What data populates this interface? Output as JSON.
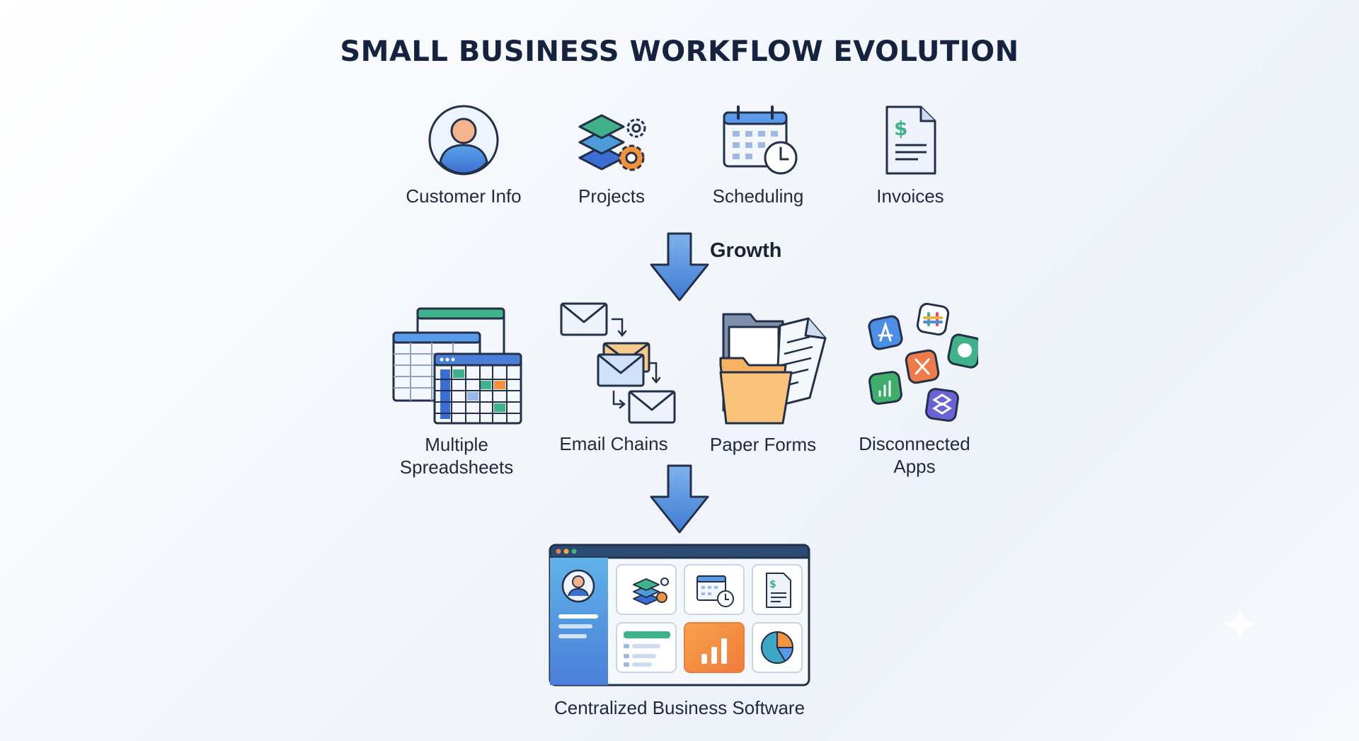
{
  "title": "SMALL BUSINESS WORKFLOW EVOLUTION",
  "stage1": {
    "items": [
      {
        "label": "Customer Info",
        "icon": "user-icon"
      },
      {
        "label": "Projects",
        "icon": "layers-gear-icon"
      },
      {
        "label": "Scheduling",
        "icon": "calendar-clock-icon"
      },
      {
        "label": "Invoices",
        "icon": "invoice-icon"
      }
    ]
  },
  "transition": {
    "label": "Growth"
  },
  "stage2": {
    "items": [
      {
        "label": "Multiple Spreadsheets",
        "icon": "spreadsheets-icon"
      },
      {
        "label": "Email Chains",
        "icon": "email-chain-icon"
      },
      {
        "label": "Paper Forms",
        "icon": "folder-papers-icon"
      },
      {
        "label": "Disconnected Apps",
        "icon": "app-icons-cluster"
      }
    ]
  },
  "stage3": {
    "label": "Centralized Business Software",
    "icon": "dashboard-window-icon"
  },
  "colors": {
    "arrow": "#4a86d6",
    "accent_green": "#3fb28a",
    "accent_orange": "#f2923b",
    "accent_blue": "#4a7fd8"
  }
}
